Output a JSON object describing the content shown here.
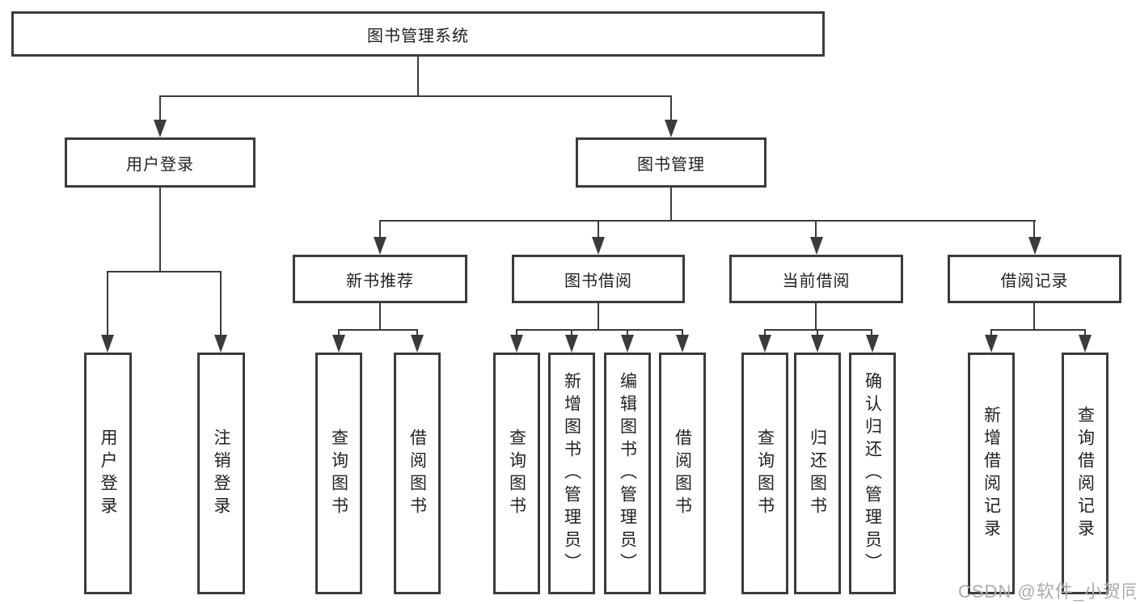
{
  "diagram": {
    "root_label": "图书管理系统",
    "user_login": {
      "label": "用户登录",
      "children": [
        "用户登录",
        "注销登录"
      ]
    },
    "book_mgmt": {
      "label": "图书管理",
      "groups": [
        {
          "label": "新书推荐",
          "children": [
            "查询图书",
            "借阅图书"
          ]
        },
        {
          "label": "图书借阅",
          "children": [
            "查询图书",
            "新增图书（管理员）",
            "编辑图书（管理员）",
            "借阅图书"
          ]
        },
        {
          "label": "当前借阅",
          "children": [
            "查询图书",
            "归还图书",
            "确认归还（管理员）"
          ]
        },
        {
          "label": "借阅记录",
          "children": [
            "新增借阅记录",
            "查询借阅记录"
          ]
        }
      ]
    }
  },
  "watermark": "CSDN @软件_小贺同学",
  "colors": {
    "line": "#3b3b3b",
    "text": "#222222",
    "background": "#ffffff",
    "watermark": "#ababab"
  }
}
